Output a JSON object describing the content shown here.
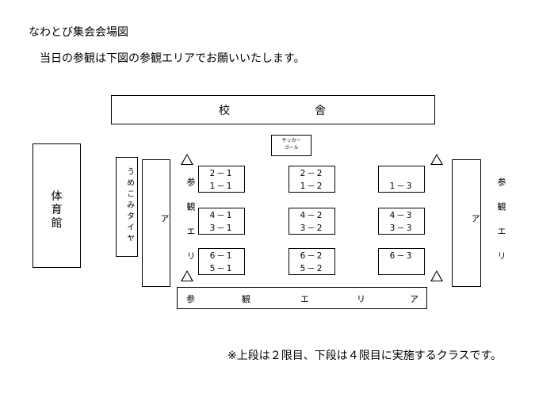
{
  "heading": "なわとび集会会場図",
  "instruction": "当日の参観は下図の参観エリアでお願いいたします。",
  "school_building": {
    "char1": "校",
    "char2": "舎"
  },
  "gymnasium": {
    "line1": "体",
    "line2": "育",
    "line3": "館"
  },
  "soccer_goal": {
    "line1": "サッカー",
    "line2": "ゴール"
  },
  "tire_area": "うめこみタイヤ",
  "viewing_left": "参観エリア",
  "viewing_right": "参観エリア",
  "viewing_bottom": {
    "c1": "参",
    "c2": "観",
    "c3": "エ",
    "c4": "リ",
    "c5": "ア"
  },
  "classes": {
    "r1c1": {
      "top": "2－1",
      "bottom": "1－1"
    },
    "r1c2": {
      "top": "2－2",
      "bottom": "1－2"
    },
    "r1c3": {
      "top": "",
      "bottom": "1－3"
    },
    "r2c1": {
      "top": "4－1",
      "bottom": "3－1"
    },
    "r2c2": {
      "top": "4－2",
      "bottom": "3－2"
    },
    "r2c3": {
      "top": "4－3",
      "bottom": "3－3"
    },
    "r3c1": {
      "top": "6－1",
      "bottom": "5－1"
    },
    "r3c2": {
      "top": "6－2",
      "bottom": "5－2"
    },
    "r3c3": {
      "top": "6－3",
      "bottom": ""
    }
  },
  "footnote": "※上段は２限目、下段は４限目に実施するクラスです。"
}
